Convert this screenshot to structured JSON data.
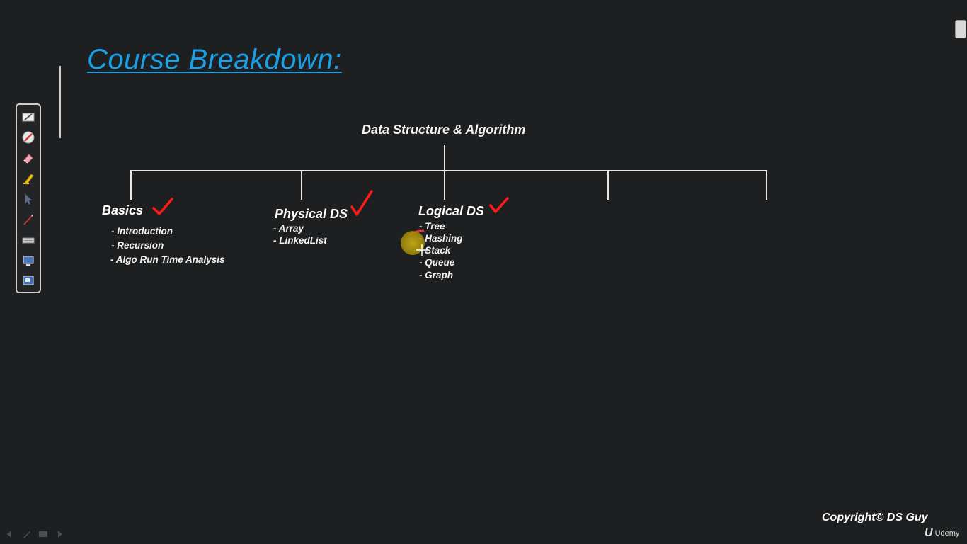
{
  "slide": {
    "title": "Course Breakdown:",
    "root": "Data Structure & Algorithm"
  },
  "toolbar": {
    "tools": [
      "pen-icon",
      "laser-pointer-icon",
      "eraser-icon",
      "highlighter-icon",
      "arrow-pointer-icon",
      "brush-icon",
      "keyboard-icon",
      "screen-icon",
      "monitor-icon"
    ]
  },
  "branches": [
    {
      "title": "Basics",
      "checked": true,
      "items": [
        "- Introduction",
        "- Recursion",
        "- Algo Run Time Analysis"
      ]
    },
    {
      "title": "Physical DS",
      "checked": true,
      "items": [
        "- Array",
        "- LinkedList"
      ]
    },
    {
      "title": "Logical DS",
      "checked": true,
      "items": [
        "- Tree",
        "- Hashing",
        "- Stack",
        "- Queue",
        "- Graph"
      ]
    }
  ],
  "footer": {
    "copyright": "Copyright© DS Guy",
    "brand": "Udemy",
    "brand_mark": "U"
  },
  "colors": {
    "background": "#1d1f20",
    "title": "#1aa0e6",
    "check": "#ff1a1a",
    "cursor_highlight": "#c8aa14"
  }
}
